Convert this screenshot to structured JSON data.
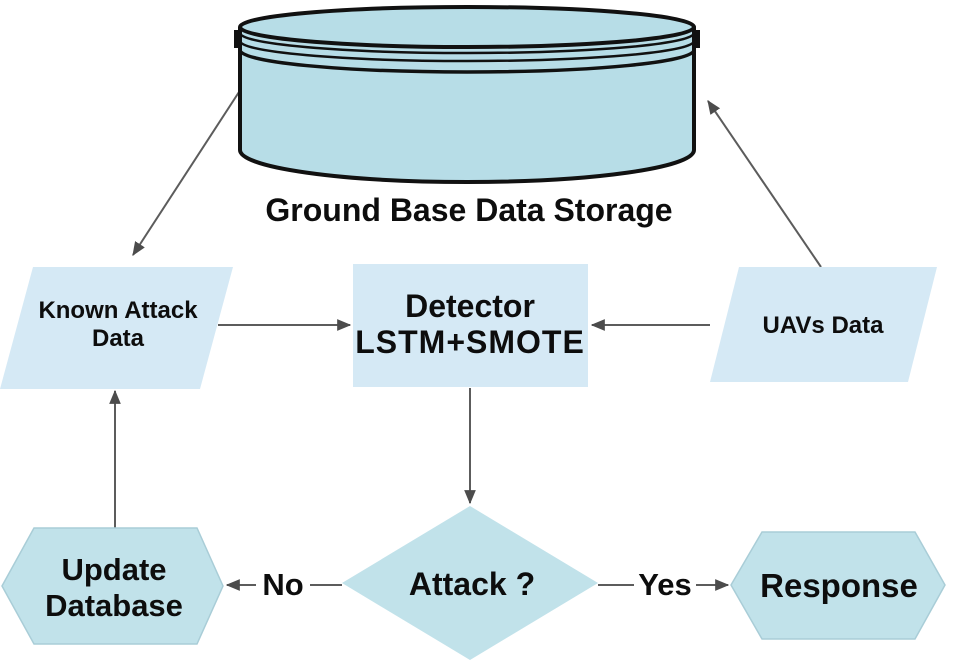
{
  "colors": {
    "cylinder_fill": "#b7dde7",
    "io_fill": "#d5e9f5",
    "decision_fill": "#c1e2ea",
    "outline": "#111111",
    "arrow": "#5c5c5c"
  },
  "nodes": {
    "storage": {
      "shape": "cylinder",
      "label": "Ground Base Data Storage"
    },
    "known_attack": {
      "shape": "parallelogram",
      "lines": [
        "Known Attack",
        "Data"
      ]
    },
    "detector": {
      "shape": "rectangle",
      "lines": [
        "Detector",
        "LSTM+SMOTE"
      ]
    },
    "uavs": {
      "shape": "parallelogram",
      "label": "UAVs Data"
    },
    "update_database": {
      "shape": "hexagon",
      "lines": [
        "Update",
        "Database"
      ]
    },
    "attack_decision": {
      "shape": "diamond",
      "label": "Attack ?"
    },
    "response": {
      "shape": "hexagon",
      "label": "Response"
    }
  },
  "edges": [
    {
      "from": "uavs",
      "to": "storage"
    },
    {
      "from": "storage",
      "to": "known_attack"
    },
    {
      "from": "known_attack",
      "to": "detector"
    },
    {
      "from": "uavs",
      "to": "detector"
    },
    {
      "from": "detector",
      "to": "attack_decision"
    },
    {
      "from": "attack_decision",
      "to": "update_database",
      "label": "No"
    },
    {
      "from": "attack_decision",
      "to": "response",
      "label": "Yes"
    },
    {
      "from": "update_database",
      "to": "known_attack"
    }
  ]
}
